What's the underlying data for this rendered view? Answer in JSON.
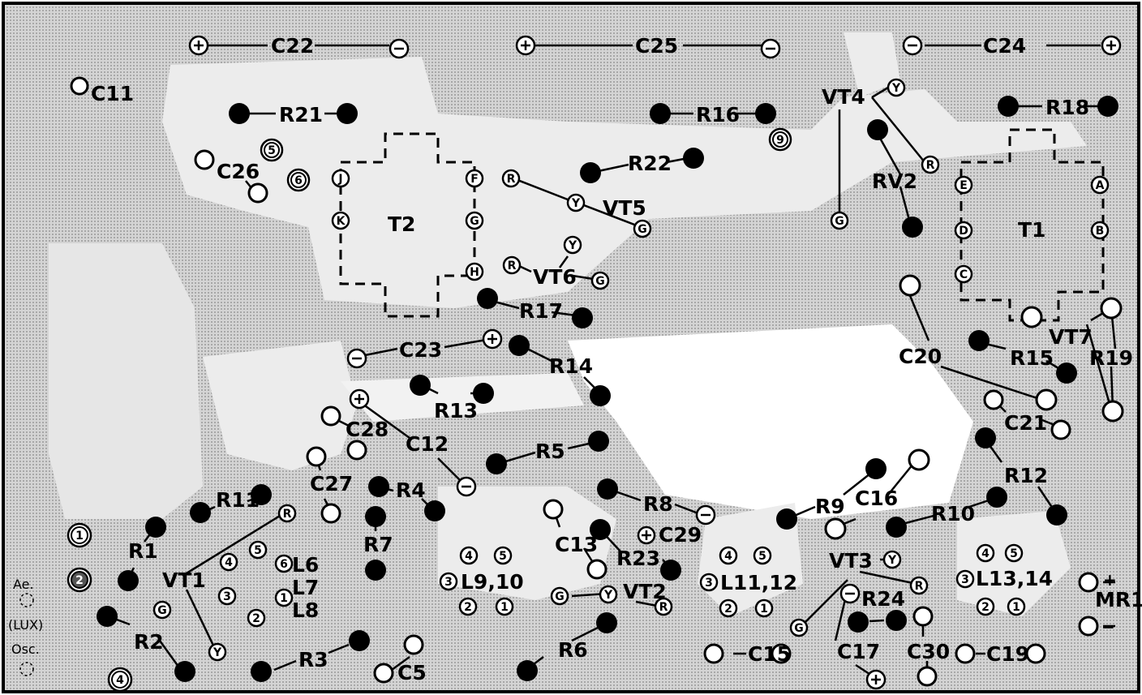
{
  "board": {
    "labels": {
      "c22": "C22",
      "c25": "C25",
      "c24": "C24",
      "c11": "C11",
      "r21": "R21",
      "r16": "R16",
      "vt4": "VT4",
      "r18": "R18",
      "c26": "C26",
      "t2": "T2",
      "r22": "R22",
      "vt5": "VT5",
      "rv2": "RV2",
      "t1": "T1",
      "vt6": "VT6",
      "r17": "R17",
      "c23": "C23",
      "r14": "R14",
      "c20": "C20",
      "r15": "R15",
      "vt7": "VT7",
      "r19": "R19",
      "r13": "R13",
      "c28": "C28",
      "c12": "C12",
      "c21": "C21",
      "r5": "R5",
      "c27": "C27",
      "r4": "R4",
      "r12": "R12",
      "r11": "R11",
      "r9": "R9",
      "c16": "C16",
      "r8": "R8",
      "r10": "R10",
      "r1": "R1",
      "r7": "R7",
      "c13": "C13",
      "c29": "C29",
      "l6": "L6",
      "l7": "L7",
      "l8": "L8",
      "vt1": "VT1",
      "l910": "L9,10",
      "r23": "R23",
      "l1112": "L11,12",
      "vt3": "VT3",
      "l1314": "L13,14",
      "vt2": "VT2",
      "r24": "R24",
      "mr1": "MR1",
      "r2": "R2",
      "r3": "R3",
      "r6": "R6",
      "c17": "C17",
      "c30": "C30",
      "c15": "C15",
      "c19": "C19",
      "c5": "C5"
    },
    "notes": {
      "ae": "Ae.",
      "lux": "(LUX)",
      "osc": "Osc.",
      "mr1_plus": "+",
      "mr1_minus": "−"
    },
    "pins": {
      "pad1": "1",
      "pad2": "2",
      "pad4": "4",
      "pad9": "9",
      "pad5": "5",
      "pad6": "6",
      "j": "J",
      "k": "K",
      "f": "F",
      "g": "G",
      "h": "H",
      "e": "E",
      "d": "D",
      "c": "C",
      "a": "A",
      "b": "B",
      "vt5_r": "R",
      "vt5_y": "Y",
      "vt5_g": "G",
      "vt6_y": "Y",
      "vt6_r": "R",
      "vt6_g": "G",
      "vt4_y": "Y",
      "vt4_r": "R",
      "vt4_g": "G",
      "vt1_r": "R",
      "vt1_g": "G",
      "vt1_y": "Y",
      "l6_5": "5",
      "l6_4": "4",
      "l6_6": "6",
      "l6_3": "3",
      "l6_1": "1",
      "l6_2": "2",
      "l9_4": "4",
      "l9_5": "5",
      "l9_3": "3",
      "l9_2": "2",
      "l9_1": "1",
      "l11_4": "4",
      "l11_5": "5",
      "l11_3": "3",
      "l11_2": "2",
      "l11_1": "1",
      "l13_4": "4",
      "l13_5": "5",
      "l13_3": "3",
      "l13_2": "2",
      "l13_1": "1",
      "vt2_g": "G",
      "vt2_y": "Y",
      "vt2_r": "R",
      "vt3_y": "Y",
      "vt3_r": "R",
      "vt3_g": "G"
    },
    "colors": {
      "ink": "#000000",
      "board": "#ffffff",
      "trace": "#dcdcdc",
      "shade": "#bcbcbc"
    }
  }
}
